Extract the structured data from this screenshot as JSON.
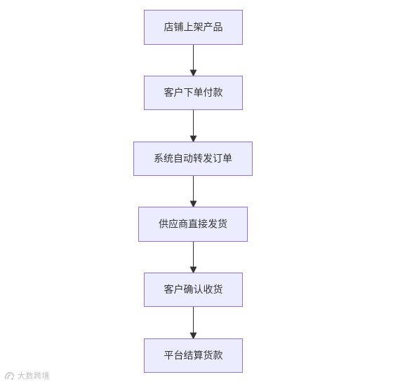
{
  "diagram": {
    "type": "flowchart",
    "direction": "top-to-bottom",
    "node_fill": "#ececff",
    "node_stroke": "#9370db",
    "edge_color": "#333333",
    "text_color": "#333333",
    "nodes": [
      {
        "id": "n1",
        "label": "店铺上架产品"
      },
      {
        "id": "n2",
        "label": "客户下单付款"
      },
      {
        "id": "n3",
        "label": "系统自动转发订单"
      },
      {
        "id": "n4",
        "label": "供应商直接发货"
      },
      {
        "id": "n5",
        "label": "客户确认收货"
      },
      {
        "id": "n6",
        "label": "平台结算货款"
      }
    ],
    "edges": [
      {
        "from": "n1",
        "to": "n2"
      },
      {
        "from": "n2",
        "to": "n3"
      },
      {
        "from": "n3",
        "to": "n4"
      },
      {
        "from": "n4",
        "to": "n5"
      },
      {
        "from": "n5",
        "to": "n6"
      }
    ]
  },
  "watermark": {
    "text": "大数跨境",
    "icon": "watermark-logo-icon"
  }
}
